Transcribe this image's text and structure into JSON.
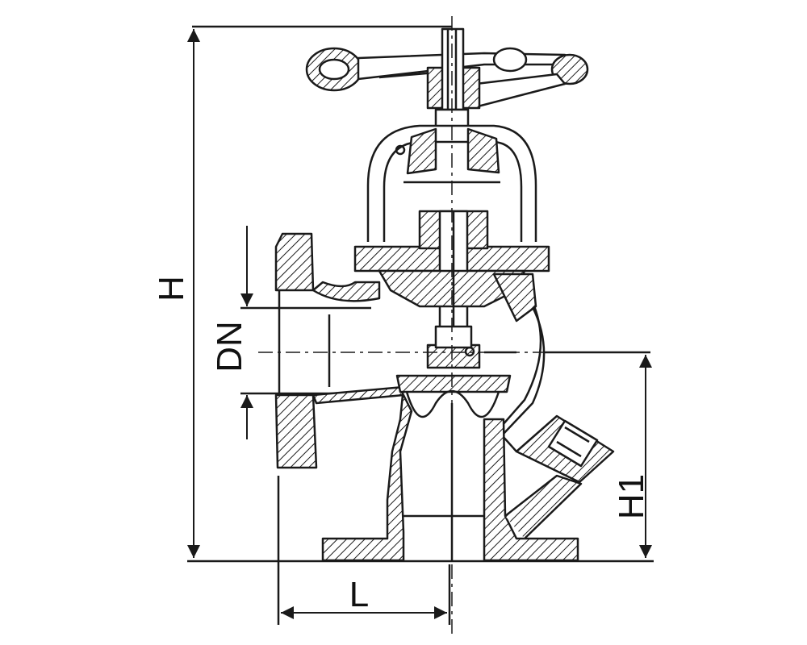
{
  "dimensions": {
    "overall_height": "H",
    "nominal_diameter": "DN",
    "axis_height": "H1",
    "length": "L"
  },
  "colors": {
    "line": "#1a1a1a",
    "background": "#ffffff"
  }
}
